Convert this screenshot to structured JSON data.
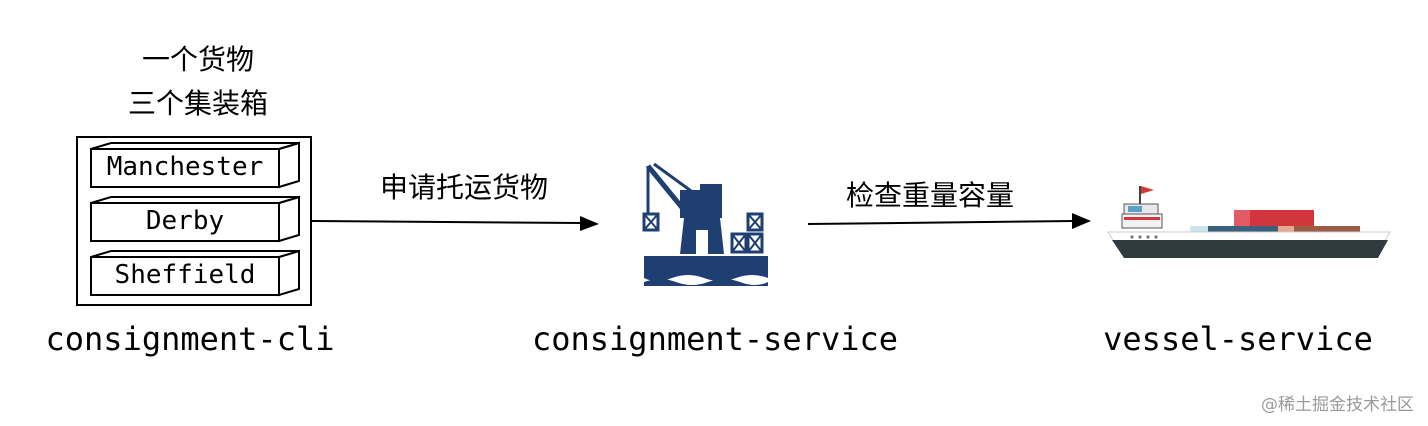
{
  "cli": {
    "caption_line1": "一个货物",
    "caption_line2": "三个集装箱",
    "containers": [
      "Manchester",
      "Derby",
      "Sheffield"
    ],
    "label": "consignment-cli"
  },
  "arrow1": {
    "label": "申请托运货物"
  },
  "consignment_service": {
    "label": "consignment-service",
    "icon": "port-crane-icon"
  },
  "arrow2": {
    "label": "检查重量容量"
  },
  "vessel_service": {
    "label": "vessel-service",
    "icon": "cargo-ship-icon"
  },
  "watermark": "@稀土掘金技术社区",
  "colors": {
    "port_blue": "#1f3f73",
    "ship_hull": "#2f3b3c",
    "ship_red": "#d1363f",
    "flag_red": "#d23a3a"
  }
}
